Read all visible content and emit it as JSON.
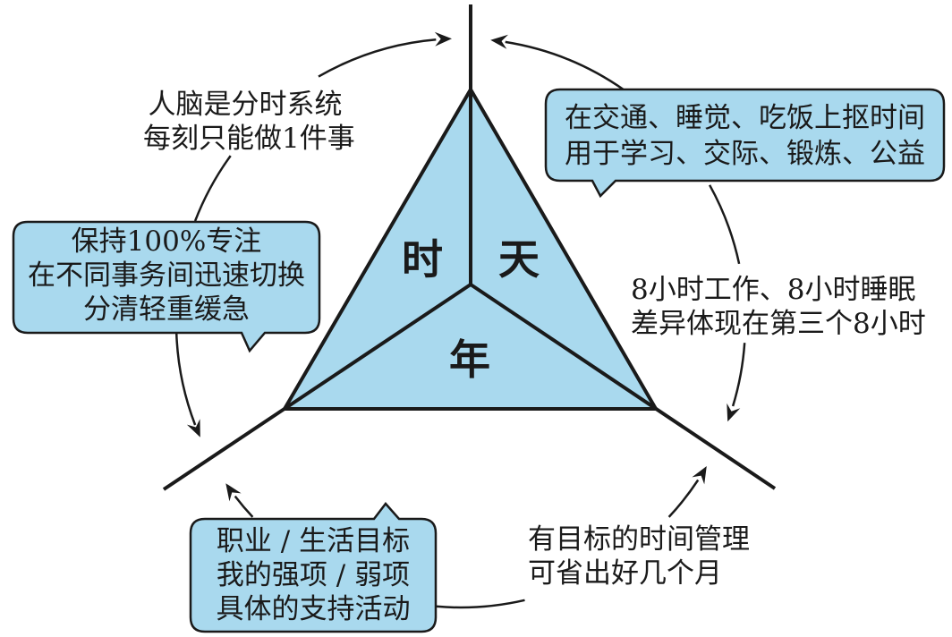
{
  "diagram": {
    "center_labels": {
      "shi": "时",
      "tian": "天",
      "nian": "年"
    },
    "callouts": {
      "top_right": [
        "在交通、睡觉、吃饭上抠时间",
        "用于学习、交际、锻炼、公益"
      ],
      "left": [
        "保持100%专注",
        "在不同事务间迅速切换",
        "分清轻重缓急"
      ],
      "bottom_left": [
        "职业 / 生活目标",
        "我的强项 / 弱项",
        "具体的支持活动"
      ]
    },
    "notes": {
      "top_left": [
        "人脑是分时系统",
        "每刻只能做1件事"
      ],
      "right": [
        "8小时工作、8小时睡眠",
        "差异体现在第三个8小时"
      ],
      "bottom": [
        "有目标的时间管理",
        "可省出好几个月"
      ]
    },
    "colors": {
      "fill": "#a9d9ee",
      "stroke": "#1a1a1a"
    }
  }
}
